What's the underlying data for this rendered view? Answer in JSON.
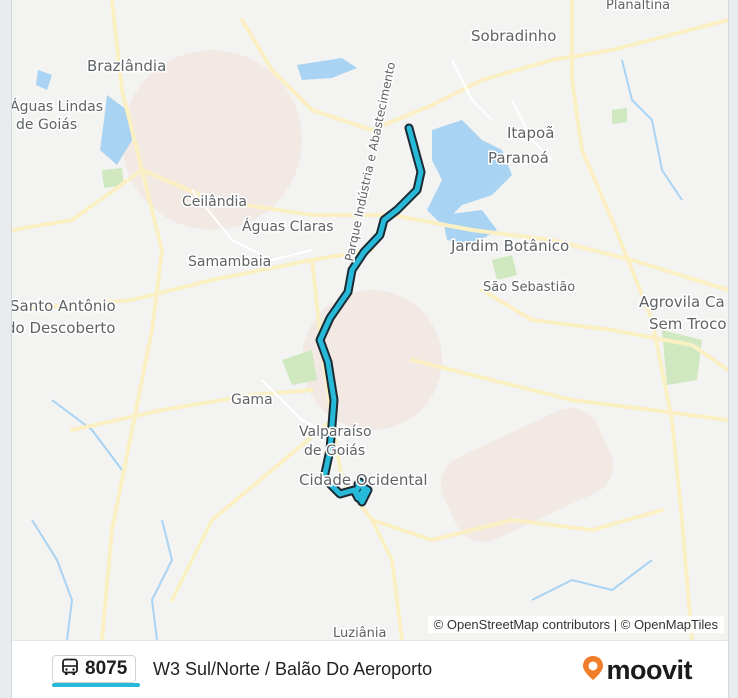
{
  "map": {
    "places": [
      "Planaltina",
      "Sobradinho",
      "Brazlândia",
      "Águas Lindas",
      "de Goiás",
      "Itapoã",
      "Paranoá",
      "Ceilândia",
      "Águas Claras",
      "Jardim Botânico",
      "Samambaia",
      "São Sebastião",
      "Santo Antônio",
      "do Descoberto",
      "Agrovila Ca",
      "Sem Troco",
      "Gama",
      "Valparaíso",
      "de Goiás",
      "Cidade Ocidental",
      "Luziânia",
      "Parque Indústria e Abastecimento"
    ],
    "attribution": "© OpenStreetMap contributors | © OpenMapTiles",
    "colors": {
      "route": "#26b9d8",
      "water": "#a9d3f2",
      "park": "#cfe8c0",
      "road": "#fbf0c4",
      "land": "#f3f3f1"
    }
  },
  "footer": {
    "route_number": "8075",
    "route_name": "W3 Sul/Norte / Balão Do Aeroporto",
    "brand": "moovit",
    "bus_icon": "bus-icon",
    "brand_icon": "moovit-pin-icon"
  }
}
